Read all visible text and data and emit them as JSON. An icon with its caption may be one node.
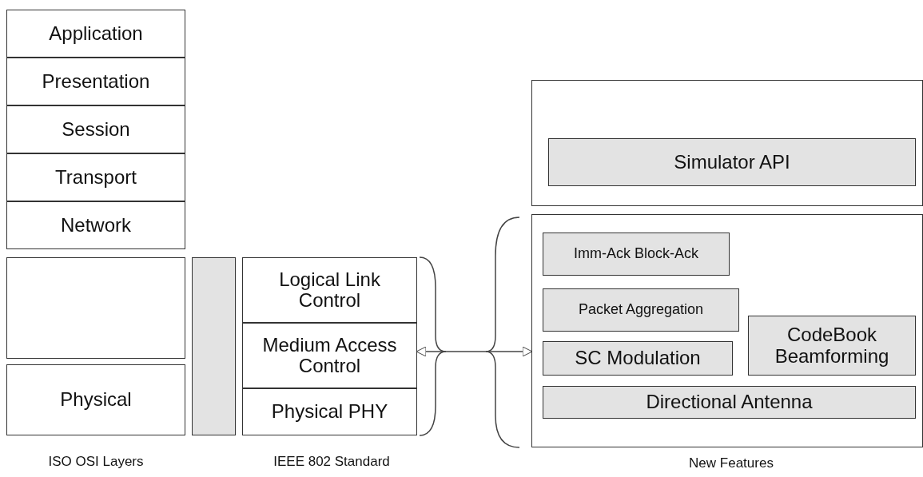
{
  "diagram": {
    "nodes": [
      {
        "text": [
          "Application"
        ]
      },
      {
        "text": [
          "Presentation"
        ]
      },
      {
        "text": [
          "Session"
        ]
      },
      {
        "text": [
          "Transport"
        ]
      },
      {
        "text": [
          "Network"
        ]
      },
      {
        "text": [],
        "shape": "box"
      },
      {
        "text": [
          "Physical"
        ]
      },
      {
        "text": [],
        "shape": "bar"
      },
      {
        "text": [
          "Logical Link Control"
        ]
      },
      {
        "text": [
          "Medium Access Control"
        ]
      },
      {
        "text": [
          "Physical PHY"
        ]
      },
      {
        "text": [],
        "shape": "box"
      },
      {
        "text": [
          "Simulator API"
        ],
        "in": 11
      },
      {
        "text": [],
        "shape": "box"
      },
      {
        "text": [
          "Imm-Ack Block-Ack"
        ],
        "in": 13
      },
      {
        "text": [
          "Packet Aggregation"
        ],
        "in": 13
      },
      {
        "text": [
          "SC Modulation"
        ],
        "in": 13
      },
      {
        "text": [
          "CodeBook Beamforming"
        ],
        "in": 13
      },
      {
        "text": [
          "Directional Antenna"
        ],
        "in": 13
      }
    ],
    "edges": [
      {
        "from": 9,
        "to": 13,
        "arrow": "both"
      }
    ],
    "labels": [
      "ISO OSI Layers",
      "IEEE 802 Standard",
      "New Features"
    ]
  }
}
